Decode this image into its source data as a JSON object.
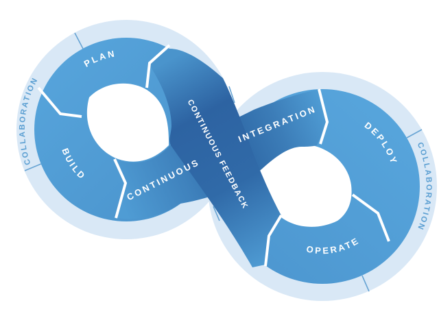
{
  "diagram": {
    "type": "devops-infinity-loop",
    "left_loop": {
      "outer_ring_label": "COLLABORATION",
      "segments": [
        "PLAN",
        "BUILD",
        "CONTINUOUS"
      ]
    },
    "right_loop": {
      "outer_ring_label": "COLLABORATION",
      "segments": [
        "INTEGRATION",
        "DEPLOY",
        "OPERATE"
      ]
    },
    "crossing_band_label": "CONTINUOUS FEEDBACK"
  },
  "labels": {
    "plan": "PLAN",
    "build": "BUILD",
    "collaboration_left": "COLLABORATION",
    "collaboration_right": "COLLABORATION",
    "continuous": "CONTINUOUS",
    "integration": "INTEGRATION",
    "continuous_feedback": "CONTINUOUS FEEDBACK",
    "deploy": "DEPLOY",
    "operate": "OPERATE"
  },
  "colors": {
    "outer_ring": "#d9e8f6",
    "donut": "#52a0d7",
    "band_dark": "#2d66a4",
    "ring_text": "#5b9fd2",
    "segment_text": "#ffffff",
    "seam_tick": "#66a3d3",
    "background": "#ffffff"
  }
}
